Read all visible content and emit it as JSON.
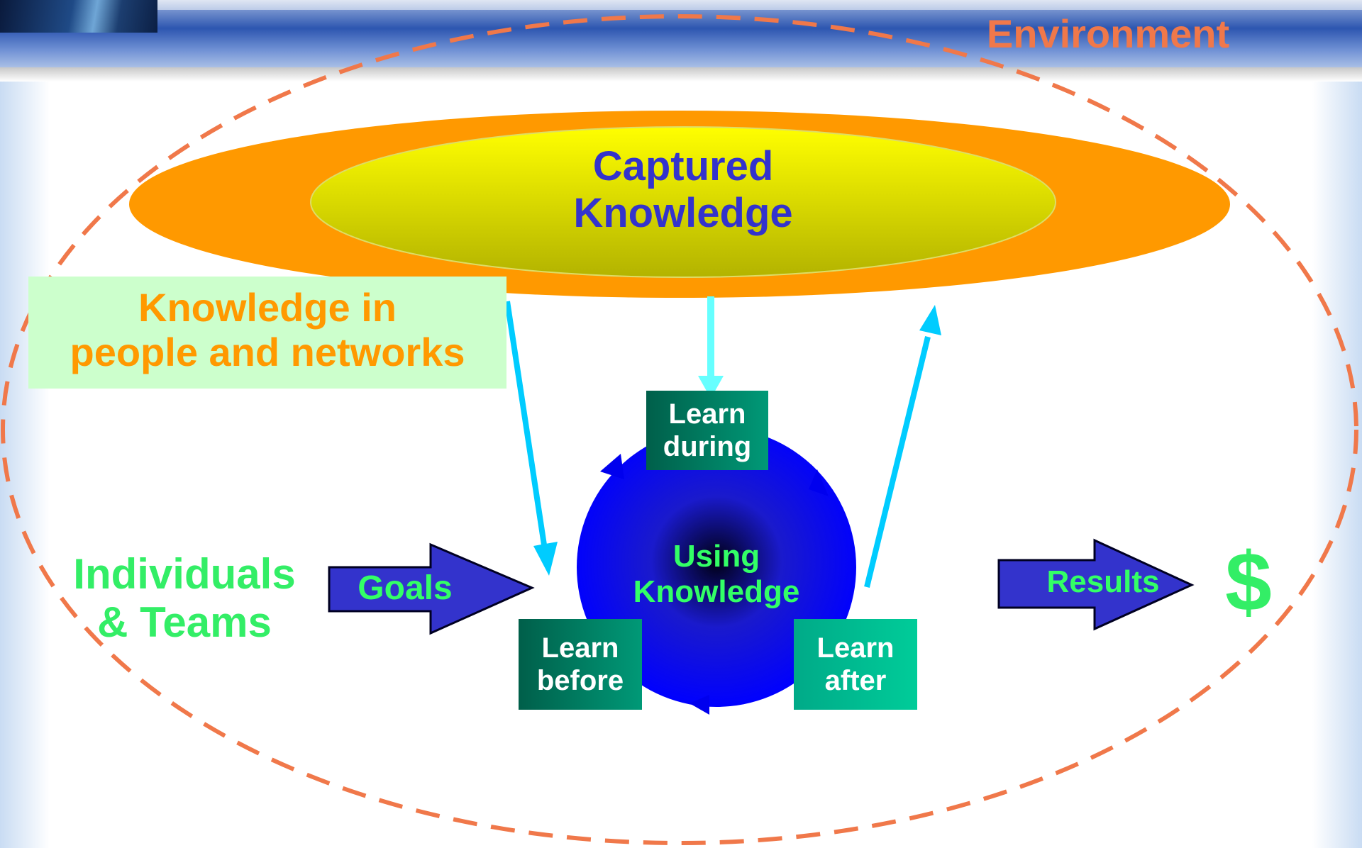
{
  "diagram": {
    "environment_label": "Environment",
    "captured_knowledge": [
      "Captured",
      "Knowledge"
    ],
    "knowledge_in_people": [
      "Knowledge in",
      "people and networks"
    ],
    "individuals_teams": [
      "Individuals",
      "& Teams"
    ],
    "goals_label": "Goals",
    "using_knowledge": [
      "Using",
      "Knowledge"
    ],
    "results_label": "Results",
    "dollar_symbol": "$",
    "learn_during": [
      "Learn",
      "during"
    ],
    "learn_before": [
      "Learn",
      "before"
    ],
    "learn_after": [
      "Learn",
      "after"
    ]
  },
  "colors": {
    "environment_dash": "#f0784a",
    "orange_ellipse": "#ff9900",
    "captured_text": "#3333cc",
    "knowledge_people_text": "#ff9900",
    "knowledge_people_bg": "#ccffcc",
    "green_text": "#33ff66",
    "arrow_blue": "#3333cc",
    "cyan_arrow": "#00ccff",
    "learn_box": "#008866",
    "circle_blue": "#0000ff"
  }
}
